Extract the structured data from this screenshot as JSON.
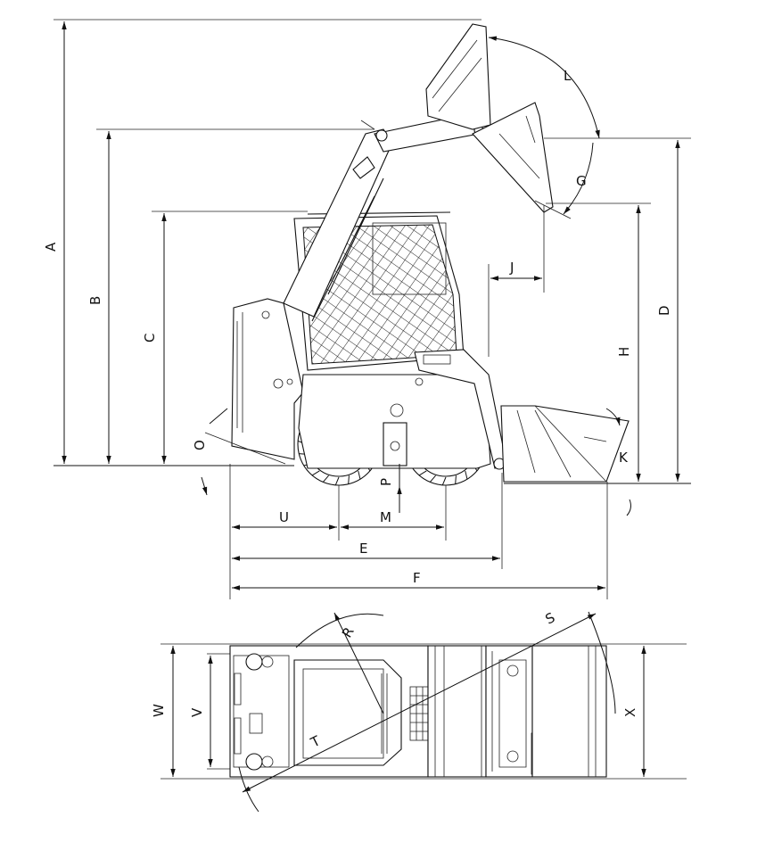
{
  "labels": {
    "A": "A",
    "B": "B",
    "C": "C",
    "D": "D",
    "E": "E",
    "F": "F",
    "G": "G",
    "H": "H",
    "J": "J",
    "K": "K",
    "L": "L",
    "M": "M",
    "O": "O",
    "P": "P",
    "R": "R",
    "S": "S",
    "T": "T",
    "U": "U",
    "V": "V",
    "W": "W",
    "X": "X"
  },
  "colors": {
    "line": "#111111",
    "background": "#ffffff"
  }
}
